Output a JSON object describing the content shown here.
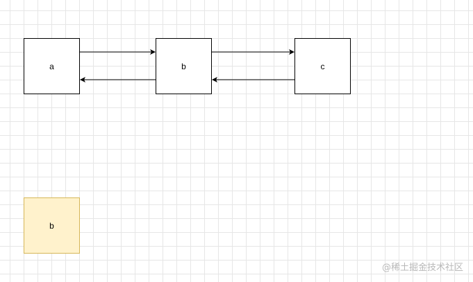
{
  "diagram": {
    "nodes": [
      {
        "id": "a",
        "label": "a",
        "fill": "#ffffff",
        "stroke": "#000000"
      },
      {
        "id": "b",
        "label": "b",
        "fill": "#ffffff",
        "stroke": "#000000"
      },
      {
        "id": "c",
        "label": "c",
        "fill": "#ffffff",
        "stroke": "#000000"
      },
      {
        "id": "b2",
        "label": "b",
        "fill": "#fff2cc",
        "stroke": "#d6b656"
      }
    ],
    "edges": [
      {
        "from": "a",
        "to": "b"
      },
      {
        "from": "b",
        "to": "a"
      },
      {
        "from": "b",
        "to": "c"
      },
      {
        "from": "c",
        "to": "b"
      }
    ],
    "grid_color": "#e6e6e6"
  },
  "watermark": "@稀土掘金技术社区"
}
